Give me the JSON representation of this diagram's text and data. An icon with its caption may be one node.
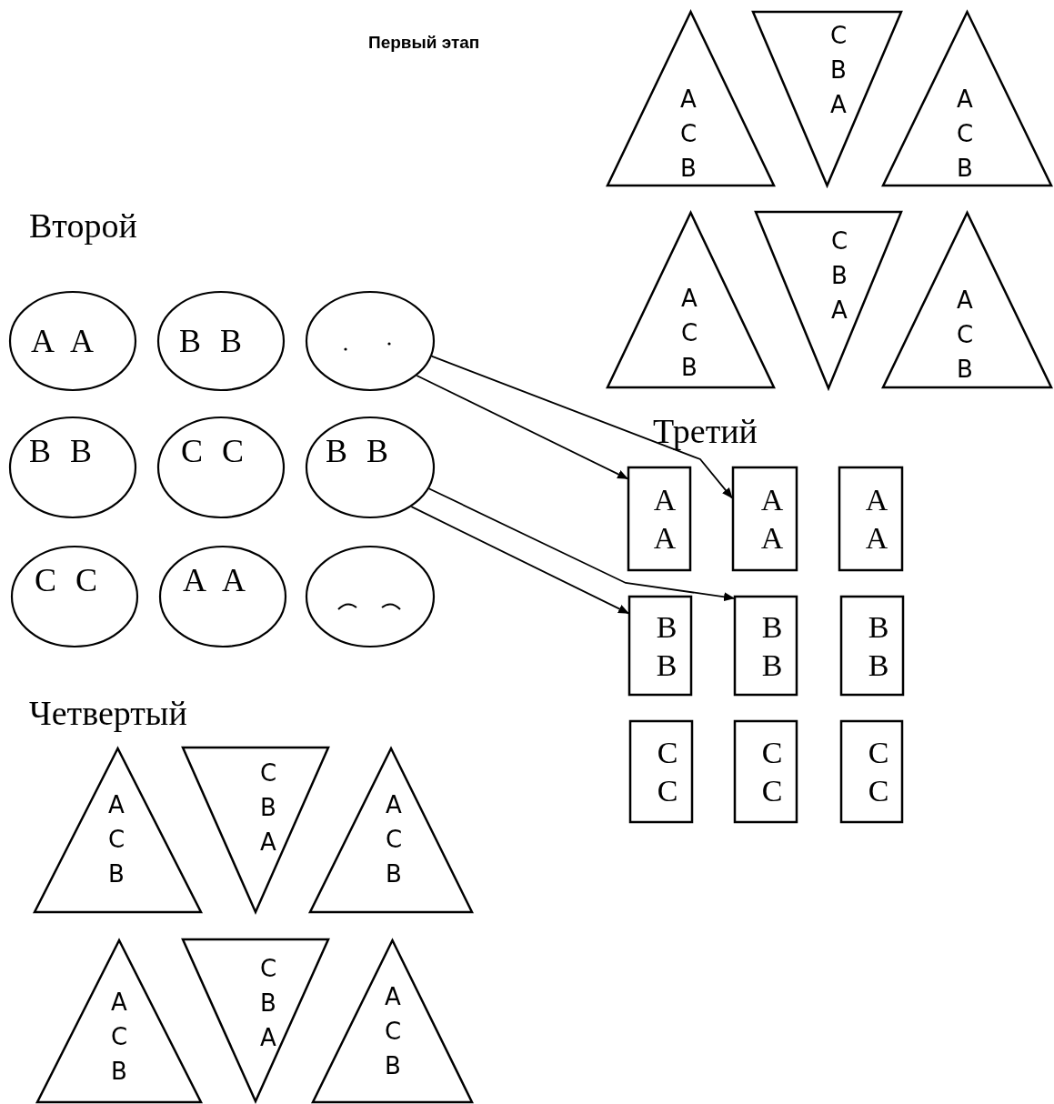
{
  "diagram": {
    "nodes": [
      {
        "text": [
          "A C B"
        ]
      },
      {
        "text": [
          "C B A"
        ]
      },
      {
        "text": [
          "A C B"
        ]
      },
      {
        "text": [
          "A C B"
        ]
      },
      {
        "text": [
          "C B A"
        ]
      },
      {
        "text": [
          "A C B"
        ]
      },
      {
        "text": [
          "A A"
        ]
      },
      {
        "text": [
          "B B"
        ]
      },
      {
        "text": [],
        "shape": "ellipse"
      },
      {
        "text": [
          "B B"
        ]
      },
      {
        "text": [
          "C C"
        ]
      },
      {
        "text": [
          "B B"
        ]
      },
      {
        "text": [
          "C C"
        ]
      },
      {
        "text": [
          "A A"
        ]
      },
      {
        "text": [],
        "shape": "ellipse"
      },
      {
        "text": [
          "A A"
        ]
      },
      {
        "text": [
          "A A"
        ]
      },
      {
        "text": [
          "A A"
        ]
      },
      {
        "text": [
          "B B"
        ]
      },
      {
        "text": [
          "B B"
        ]
      },
      {
        "text": [
          "B B"
        ]
      },
      {
        "text": [
          "C C"
        ]
      },
      {
        "text": [
          "C C"
        ]
      },
      {
        "text": [
          "C C"
        ]
      },
      {
        "text": [
          "A C B"
        ]
      },
      {
        "text": [
          "C B A"
        ]
      },
      {
        "text": [
          "A C B"
        ]
      },
      {
        "text": [
          "A C B"
        ]
      },
      {
        "text": [
          "C B A"
        ]
      },
      {
        "text": [
          "A C B"
        ]
      }
    ],
    "edges": [
      {
        "from": 8,
        "to": 15,
        "arrow": "to"
      },
      {
        "from": 8,
        "to": 16,
        "arrow": "to"
      },
      {
        "from": 11,
        "to": 18,
        "arrow": "to"
      },
      {
        "from": 11,
        "to": 19,
        "arrow": "to"
      }
    ],
    "labels": [
      "Первый этап",
      "Второй",
      "Третий",
      "Четвертый"
    ]
  }
}
